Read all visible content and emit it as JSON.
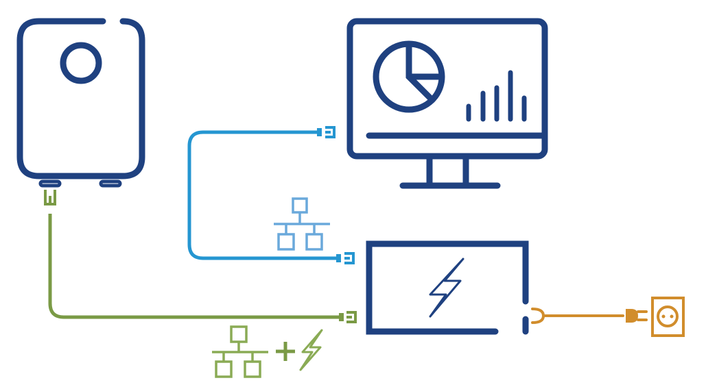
{
  "diagram": {
    "nodes": [
      {
        "id": "access-point",
        "icon": "wireless-access-point-icon"
      },
      {
        "id": "monitor",
        "icon": "monitor-dashboard-icon"
      },
      {
        "id": "poe-injector",
        "icon": "lightning-bolt-icon"
      },
      {
        "id": "power-outlet",
        "icon": "power-outlet-icon"
      }
    ],
    "links": [
      {
        "from": "monitor",
        "to": "poe-injector",
        "kind": "data",
        "icon": "network-icon"
      },
      {
        "from": "access-point",
        "to": "poe-injector",
        "kind": "data-plus-power",
        "icon": "network-plus-power-icon"
      },
      {
        "from": "poe-injector",
        "to": "power-outlet",
        "kind": "power",
        "icon": "plug-icon"
      }
    ],
    "colors": {
      "device": "#1f4180",
      "data_cable": "#2596d1",
      "data_icon": "#6aa9db",
      "poe_cable": "#7a9a45",
      "poe_icon": "#8aab55",
      "power_cable": "#d18d2c"
    }
  }
}
